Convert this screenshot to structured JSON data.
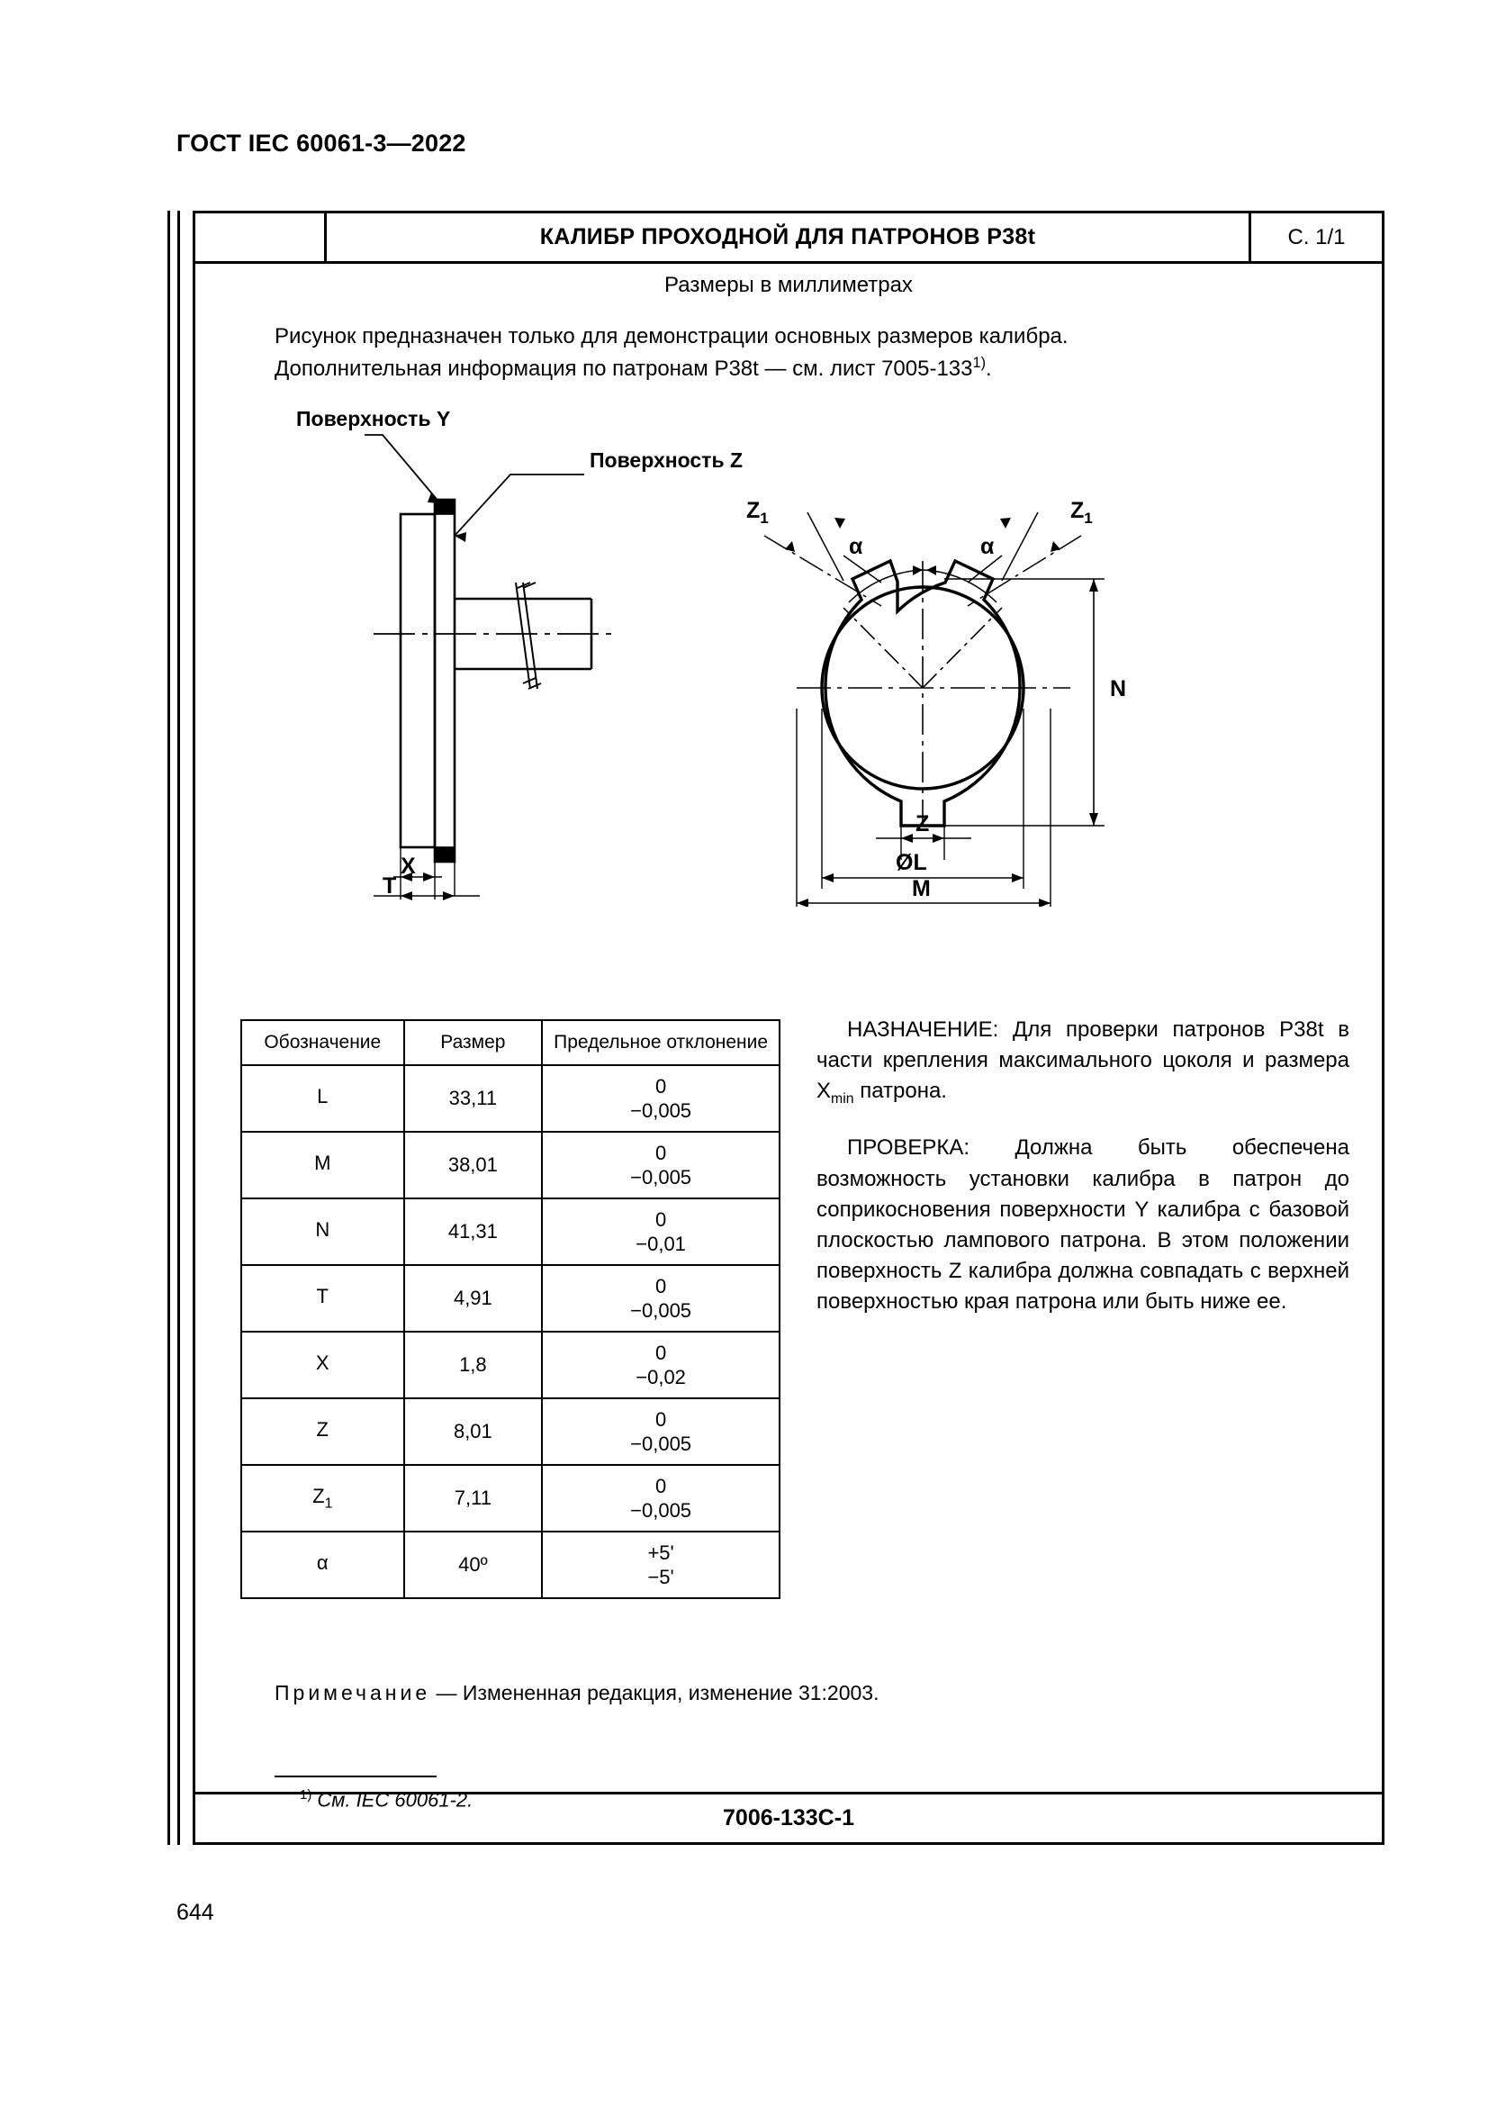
{
  "document": {
    "standard_number": "ГОСТ IEC 60061-3—2022",
    "folio": "644"
  },
  "sheet": {
    "title": "КАЛИБР ПРОХОДНОЙ ДЛЯ ПАТРОНОВ P38t",
    "page_label": "С. 1/1",
    "units_note": "Размеры в миллиметрах",
    "intro_line1": "Рисунок предназначен только для демонстрации основных размеров калибра.",
    "intro_line2_before": "Дополнительная информация по патронам P38t — см. лист 7005-133",
    "intro_footnote_mark": "1)",
    "intro_line2_after": ".",
    "sheet_id": "7006-133C-1"
  },
  "drawing": {
    "label_surface_y": "Поверхность Y",
    "label_surface_z": "Поверхность Z",
    "dim_x": "X",
    "dim_t": "T",
    "dim_z": "Z",
    "dim_z1_left": "Z",
    "dim_z1_left_sub": "1",
    "dim_z1_right": "Z",
    "dim_z1_right_sub": "1",
    "dim_alpha_left": "α",
    "dim_alpha_right": "α",
    "dim_n": "N",
    "dim_diameter_l": "ØL",
    "dim_m": "M"
  },
  "table": {
    "headers": [
      "Обозначение",
      "Размер",
      "Предельное отклонение"
    ],
    "rows": [
      {
        "symbol": "L",
        "symbol_sub": "",
        "size": "33,11",
        "tol_upper": "0",
        "tol_lower": "−0,005"
      },
      {
        "symbol": "M",
        "symbol_sub": "",
        "size": "38,01",
        "tol_upper": "0",
        "tol_lower": "−0,005"
      },
      {
        "symbol": "N",
        "symbol_sub": "",
        "size": "41,31",
        "tol_upper": "0",
        "tol_lower": "−0,01"
      },
      {
        "symbol": "T",
        "symbol_sub": "",
        "size": "4,91",
        "tol_upper": "0",
        "tol_lower": "−0,005"
      },
      {
        "symbol": "X",
        "symbol_sub": "",
        "size": "1,8",
        "tol_upper": "0",
        "tol_lower": "−0,02"
      },
      {
        "symbol": "Z",
        "symbol_sub": "",
        "size": "8,01",
        "tol_upper": "0",
        "tol_lower": "−0,005"
      },
      {
        "symbol": "Z",
        "symbol_sub": "1",
        "size": "7,11",
        "tol_upper": "0",
        "tol_lower": "−0,005"
      },
      {
        "symbol": "α",
        "symbol_sub": "",
        "size": "40º",
        "tol_upper": "+5'",
        "tol_lower": "−5'"
      }
    ]
  },
  "description": {
    "purpose_label": "НАЗНАЧЕНИЕ:",
    "purpose_text_part1": " Для проверки патронов P38t в части крепления максимального цоколя и размера X",
    "purpose_subscript": "min",
    "purpose_text_part2": " патрона.",
    "check_label": "ПРОВЕРКА:",
    "check_text": " Должна быть обеспечена возможность установки калибра в патрон до соприкосновения поверхности Y калибра с базовой плоскостью лампового патрона. В этом положении поверхность Z калибра должна совпадать с верхней поверхностью края патрона или быть ниже ее."
  },
  "note": {
    "label": "Примечание",
    "text": " — Измененная редакция, изменение 31:2003."
  },
  "footnote": {
    "mark": "1)",
    "text": " См. IEC 60061-2."
  }
}
